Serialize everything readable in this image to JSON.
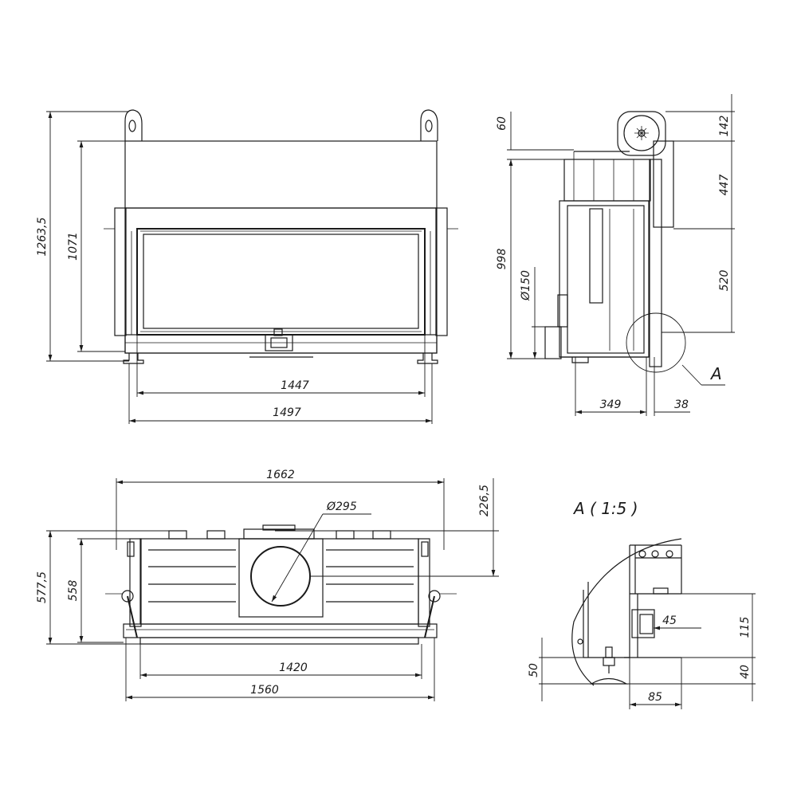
{
  "front_view": {
    "height_total": "1263,5",
    "height_body": "1071",
    "width_inner": "1447",
    "width_outer": "1497"
  },
  "side_view": {
    "dim_60": "60",
    "dim_998": "998",
    "dim_150": "Ø150",
    "dim_142": "142",
    "dim_447": "447",
    "dim_520": "520",
    "dim_349": "349",
    "dim_38": "38",
    "detail_marker": "A"
  },
  "top_view": {
    "width_top": "1662",
    "flue_diameter": "Ø295",
    "dim_226": "226,5",
    "depth_total": "577,5",
    "depth_body": "558",
    "width_inner": "1420",
    "width_outer": "1560"
  },
  "detail_view": {
    "title": "A ( 1:5 )",
    "dim_45": "45",
    "dim_115": "115",
    "dim_40": "40",
    "dim_50": "50",
    "dim_85": "85"
  }
}
